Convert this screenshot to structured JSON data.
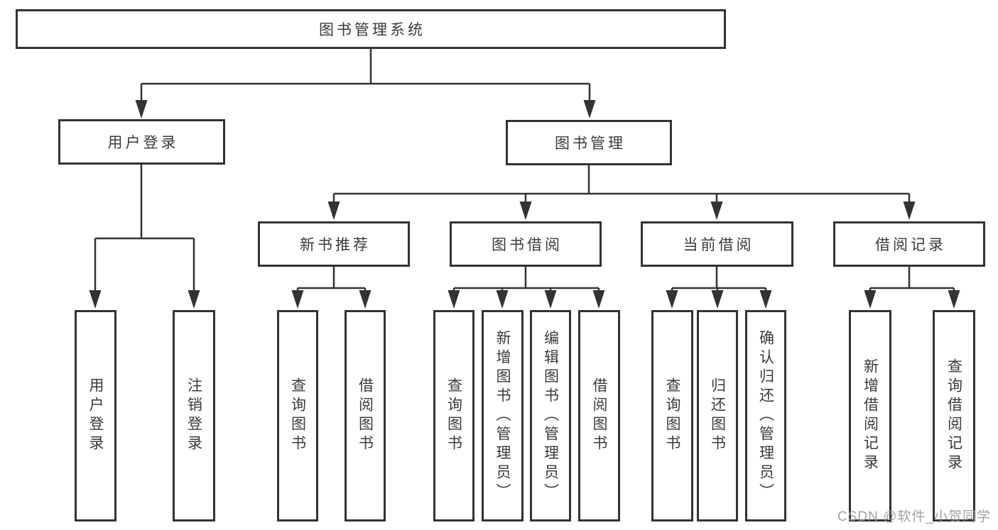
{
  "page": {
    "background": "#ffffff",
    "line_color": "#333333",
    "box_border_color": "#333333",
    "text_color": "#3a3a3a"
  },
  "tree": {
    "root": {
      "label": "图书管理系统"
    },
    "children": [
      {
        "label": "用户登录",
        "children": [
          {
            "label": "用户登录"
          },
          {
            "label": "注销登录"
          }
        ]
      },
      {
        "label": "图书管理",
        "children": [
          {
            "label": "新书推荐",
            "children": [
              {
                "label": "查询图书"
              },
              {
                "label": "借阅图书"
              }
            ]
          },
          {
            "label": "图书借阅",
            "children": [
              {
                "label": "查询图书"
              },
              {
                "label": "新增图书（管理员）"
              },
              {
                "label": "编辑图书（管理员）"
              },
              {
                "label": "借阅图书"
              }
            ]
          },
          {
            "label": "当前借阅",
            "children": [
              {
                "label": "查询图书"
              },
              {
                "label": "归还图书"
              },
              {
                "label": "确认归还（管理员）"
              }
            ]
          },
          {
            "label": "借阅记录",
            "children": [
              {
                "label": "新增借阅记录"
              },
              {
                "label": "查询借阅记录"
              }
            ]
          }
        ]
      }
    ]
  },
  "watermark": {
    "text": "CSDN @软件_小贺同学"
  }
}
